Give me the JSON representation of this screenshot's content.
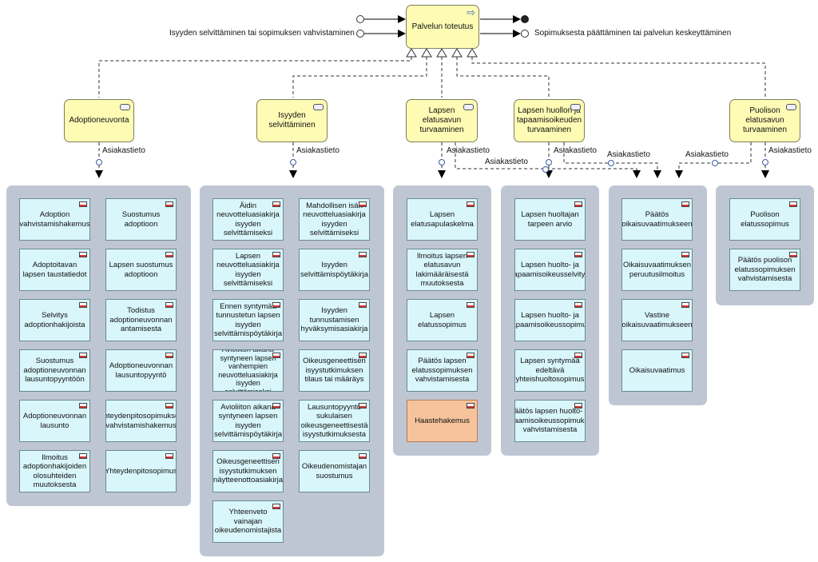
{
  "main_process": {
    "label": "Palvelun toteutus",
    "icon": "process-arrow-icon"
  },
  "triggers": {
    "input_label": "Isyyden selvittäminen tai sopimuksen vahvistaminen",
    "output_label": "Sopimuksesta päättäminen tai palvelun keskeyttäminen"
  },
  "services": [
    {
      "label": "Adoptioneuvonta"
    },
    {
      "label": "Isyyden selvittäminen"
    },
    {
      "label": "Lapsen elatusavun turvaaminen"
    },
    {
      "label": "Lapsen huollon ja tapaamisoikeuden turvaaminen"
    },
    {
      "label": "Puolison elatusavun turvaaminen"
    }
  ],
  "flow_label": "Asiakastieto",
  "flow_labels": [
    "Asiakastieto",
    "Asiakastieto",
    "Asiakastieto",
    "Asiakastieto",
    "Asiakastieto",
    "Asiakastieto",
    "Asiakastieto",
    "Asiakastieto"
  ],
  "groups": [
    {
      "docs": [
        "Adoption vahvistamishakemus",
        "Suostumus adoptioon",
        "Adoptoitavan lapsen taustatiedot",
        "Lapsen suostumus adoptioon",
        "Selvitys adoptionhakijoista",
        "Todistus adoptioneuvonnan antamisesta",
        "Suostumus adoptioneuvonnan lausuntopyyntöön",
        "Adoptioneuvonnan lausuntopyyntö",
        "Adoptioneuvonnan lausunto",
        "Yhteydenpitosopimuksen vahvistamishakemus",
        "Ilmoitus adoptionhakijoiden olosuhteiden muutoksesta",
        "Yhteydenpitosopimus"
      ]
    },
    {
      "docs": [
        "Äidin neuvotteluasiakirja isyyden selvittämiseksi",
        "Mahdollisen isän neuvotteluasiakirja isyyden selvittämiseksi",
        "Lapsen neuvotteluasiakirja isyyden selvittämiseksi",
        "Isyyden selvittämispöytäkirja",
        "Ennen syntymää tunnustetun lapsen isyyden selvittämispöytäkirja",
        "Isyyden tunnustamisen hyväksymisasiakirja",
        "Avioliiton aikana syntyneen lapsen vanhempien neuvotteluasiakirja isyyden selvittämiseksi",
        "Oikeusgeneettisen isyystutkimuksen tilaus tai määräys",
        "Avioliiton aikana syntyneen lapsen isyyden selvittämispöytäkirja",
        "Lausuntopyyntö sukulaisen oikeusgeneettisestä isyystutkimuksesta",
        "Oikeusgeneettisen isyystutkimuksen näytteenottoasiakirja",
        "Oikeudenomistajan suostumus",
        "Yhteenveto vainajan oikeudenomistajista"
      ]
    },
    {
      "docs": [
        "Lapsen elatusapulaskelma",
        "Ilmoitus lapsen elatusavun lakimääräisestä muutoksesta",
        "Lapsen elatussopimus",
        "Päätös lapsen elatussopimuksen vahvistamisesta",
        "Haastehakemus"
      ]
    },
    {
      "docs": [
        "Lapsen huoltajan tarpeen arvio",
        "Lapsen huolto- ja tapaamisoikeusselvitys",
        "Lapsen huolto- ja tapaamisoikeussopimus",
        "Lapsen syntymää edeltävä yhteishuoltosopimus",
        "Päätös lapsen huolto- ja tapaamisoikeussopimuksen vahvistamisesta"
      ]
    },
    {
      "docs": [
        "Päätös oikaisuvaatimukseen",
        "Oikaisuvaatimuksen peruutusilmoitus",
        "Vastine oikaisuvaatimukseen",
        "Oikaisuvaatimus"
      ]
    },
    {
      "docs": [
        "Puolison elatussopimus",
        "Päätös puolison elatussopimuksen vahvistamisesta"
      ]
    }
  ],
  "colors": {
    "service_fill": "#fdfbb4",
    "doc_fill": "#d9f6fb",
    "group_fill": "#bfc6d3",
    "highlight_doc_fill": "#f6c39d"
  }
}
